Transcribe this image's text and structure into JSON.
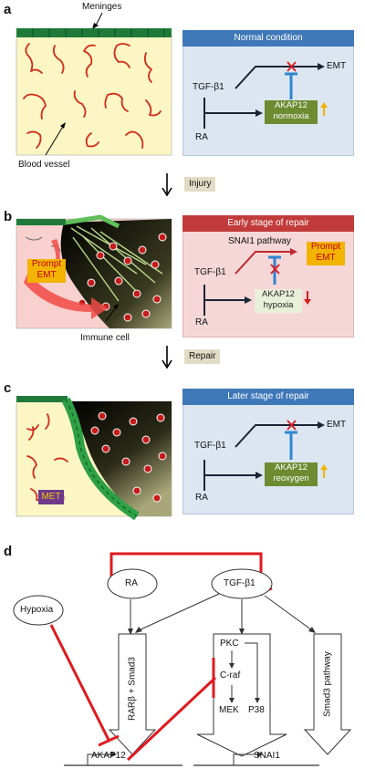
{
  "panels": {
    "a": {
      "letter": "a",
      "meninges_label": "Meninges",
      "vessel_label": "Blood vessel",
      "bar_title": "Normal condition",
      "tgf_label": "TGF-β1",
      "ra_label": "RA",
      "emt_label": "EMT",
      "akap_line1": "AKAP12",
      "akap_line2": "normoxia"
    },
    "transition1": "Injury",
    "b": {
      "letter": "b",
      "bar_title": "Early stage of repair",
      "snai_label": "SNAI1 pathway",
      "tgf_label": "TGF-β1",
      "ra_label": "RA",
      "prompt_emt_line1": "Prompt",
      "prompt_emt_line2": "EMT",
      "akap_line1": "AKAP12",
      "akap_line2": "hypoxia",
      "tissue_prompt_line1": "Prompt",
      "tissue_prompt_line2": "EMT",
      "immune_label": "Immune cell"
    },
    "transition2": "Repair",
    "c": {
      "letter": "c",
      "bar_title": "Later stage of repair",
      "tgf_label": "TGF-β1",
      "ra_label": "RA",
      "emt_label": "EMT",
      "akap_line1": "AKAP12",
      "akap_line2": "reoxygen",
      "met_label": "MET"
    },
    "d": {
      "letter": "d",
      "ra": "RA",
      "tgf": "TGF-β1",
      "hypoxia": "Hypoxia",
      "rarb_smad3": "RARβ + Smad3",
      "pkc": "PKC",
      "craf": "C-raf",
      "mek": "MEK",
      "p38": "P38",
      "smad3_pathway": "Smad3 pathway",
      "akap12_gene": "AKAP12",
      "snai1_gene": "SNAI1"
    }
  },
  "colors": {
    "blue_bar": "#3f78b9",
    "red_bar": "#c23b3b",
    "inhibit_red": "#e0191f",
    "inhibit_blue": "#2f86d0",
    "meninges_green": "#1f7a3a",
    "vessel_red": "#d22c1a",
    "tissue_yellow": "#fbf6c4"
  }
}
